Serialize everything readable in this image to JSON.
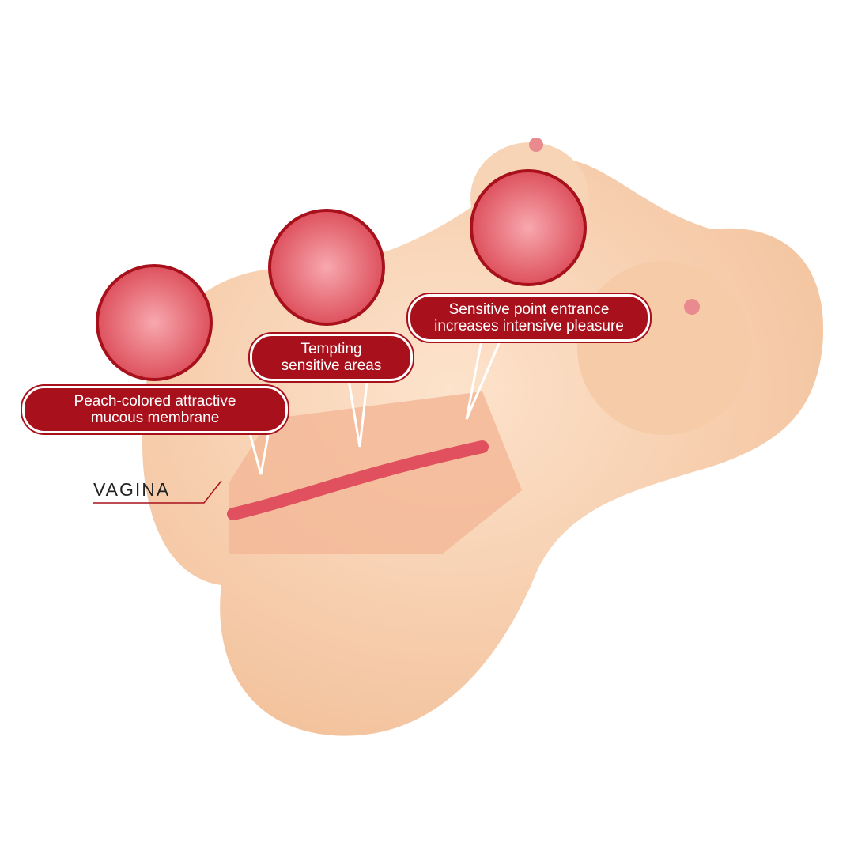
{
  "labels": {
    "membrane": {
      "line1": "Peach-colored attractive",
      "line2": "mucous membrane"
    },
    "areas": {
      "line1": "Tempting",
      "line2": "sensitive areas"
    },
    "entrance": {
      "line1": "Sensitive point entrance",
      "line2": "increases intensive pleasure"
    },
    "canal": "VAGINA"
  },
  "colors": {
    "accent": "#a8111c",
    "skin": "#f8d2b2",
    "texture": "#e0505e"
  }
}
